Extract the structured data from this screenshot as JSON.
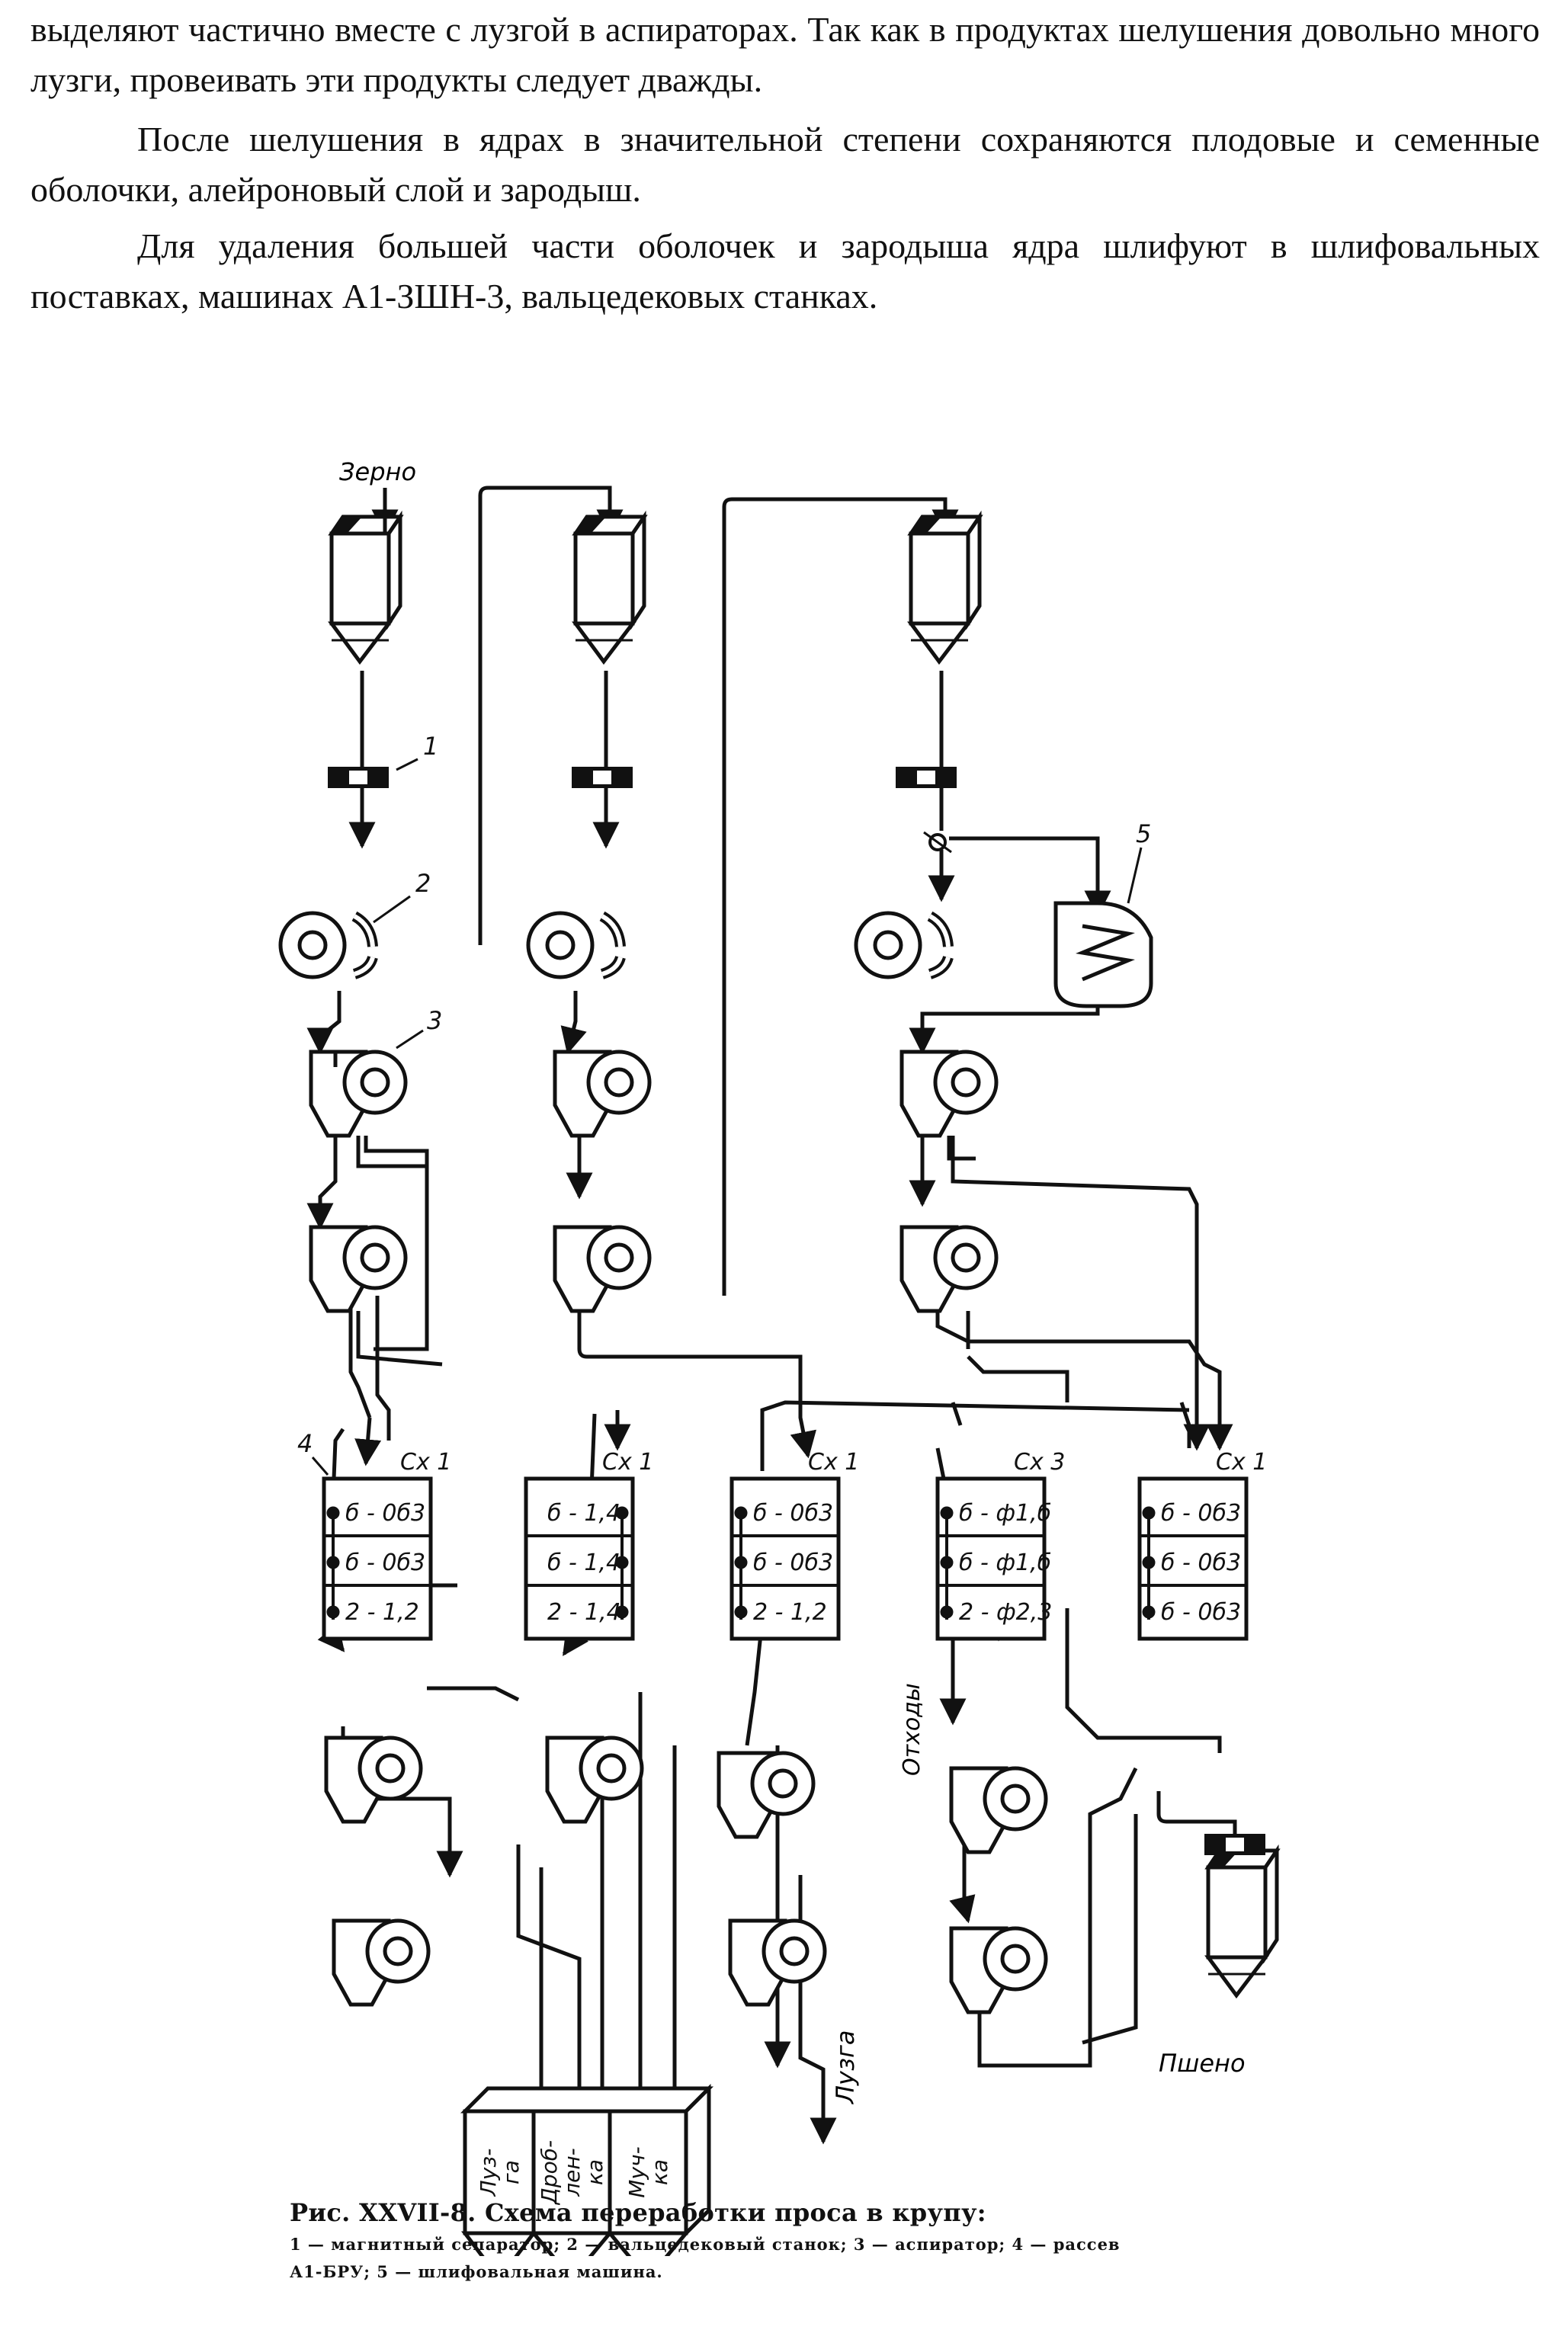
{
  "text": {
    "para1": "выделяют частично вместе с лузгой в аспираторах. Так как в продуктах шелушения довольно много лузги, провеивать эти продукты следует дважды.",
    "para2": "После шелушения в ядрах в значительной степени сохраняются плодовые и семенные оболочки, алейроновый слой и зародыш.",
    "para3": "Для удаления большей части оболочек и зародыша ядра шлифуют в шлифовальных поставках, машинах А1-ЗШН-3, вальцедековых станках."
  },
  "diagram": {
    "input_label": "Зерно",
    "callouts": [
      "1",
      "2",
      "3",
      "4",
      "5"
    ],
    "sifters": [
      {
        "header": "Сх 1",
        "rows": [
          "б - 0б3",
          "б - 0б3",
          "2 - 1,2"
        ]
      },
      {
        "header": "Сх 1",
        "rows": [
          "б - 1,4",
          "б - 1,4",
          "2 - 1,4"
        ]
      },
      {
        "header": "Сх 1",
        "rows": [
          "б - 0б3",
          "б - 0б3",
          "2 - 1,2"
        ]
      },
      {
        "header": "Сх 3",
        "rows": [
          "б - ф1,б",
          "б - ф1,б",
          "2 - ф2,3"
        ]
      },
      {
        "header": "Сх 1",
        "rows": [
          "б - 0б3",
          "б - 0б3",
          "б - 0б3"
        ]
      }
    ],
    "outputs": {
      "waste": "Отходы",
      "husk_right": "Лузга",
      "product": "Пшено",
      "bin1": [
        "Луз-",
        "га"
      ],
      "bin2": [
        "Дроб-",
        "лен-",
        "ка"
      ],
      "bin3": [
        "Муч-",
        "ка"
      ]
    }
  },
  "caption": {
    "title": "Рис. XXVII-8. Схема переработки проса в крупу:",
    "legend_line1": "1 — магнитный сепаратор; 2 — вальцедековый станок; 3 — аспиратор; 4 — рассев",
    "legend_line2": "А1-БРУ; 5 — шлифовальная машина."
  }
}
